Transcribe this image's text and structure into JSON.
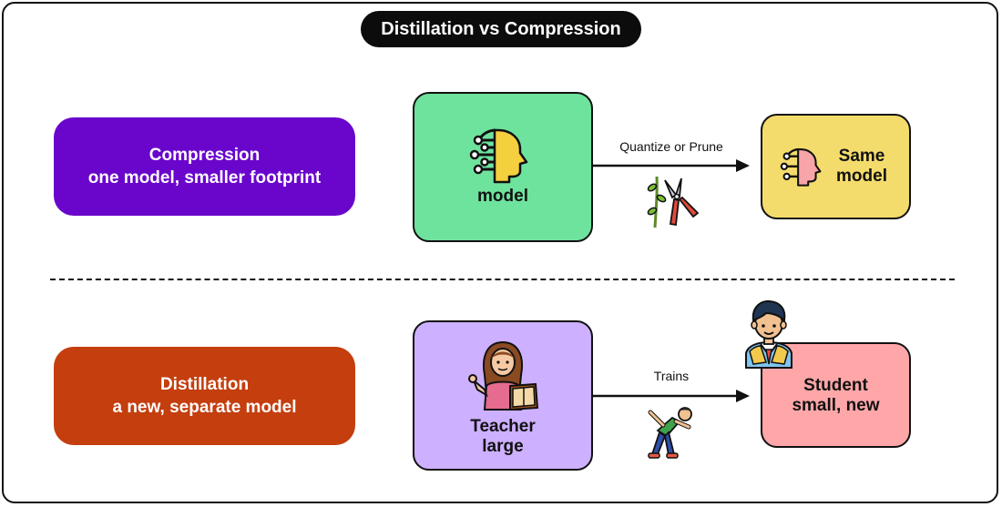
{
  "title": "Distillation vs Compression",
  "compression": {
    "label_line1": "Compression",
    "label_line2": "one model, smaller footprint",
    "source_node": "model",
    "edge_label": "Quantize or Prune",
    "target_line1": "Same",
    "target_line2": "model"
  },
  "distillation": {
    "label_line1": "Distillation",
    "label_line2": "a new, separate model",
    "source_line1": "Teacher",
    "source_line2": "large",
    "edge_label": "Trains",
    "target_line1": "Student",
    "target_line2": "small, new"
  },
  "colors": {
    "compression_label": "#6a06cc",
    "distillation_label": "#c43e0e",
    "model_node": "#6ee39e",
    "same_model_node": "#f4dc6c",
    "teacher_node": "#cdb0ff",
    "student_node": "#ffa6a8"
  },
  "icons": {
    "model": "ai-head-icon",
    "same_model": "ai-head-icon",
    "edge_compression": "pruning-shears-icon",
    "teacher": "teacher-icon",
    "edge_distillation": "stretching-person-icon",
    "student": "student-icon"
  }
}
